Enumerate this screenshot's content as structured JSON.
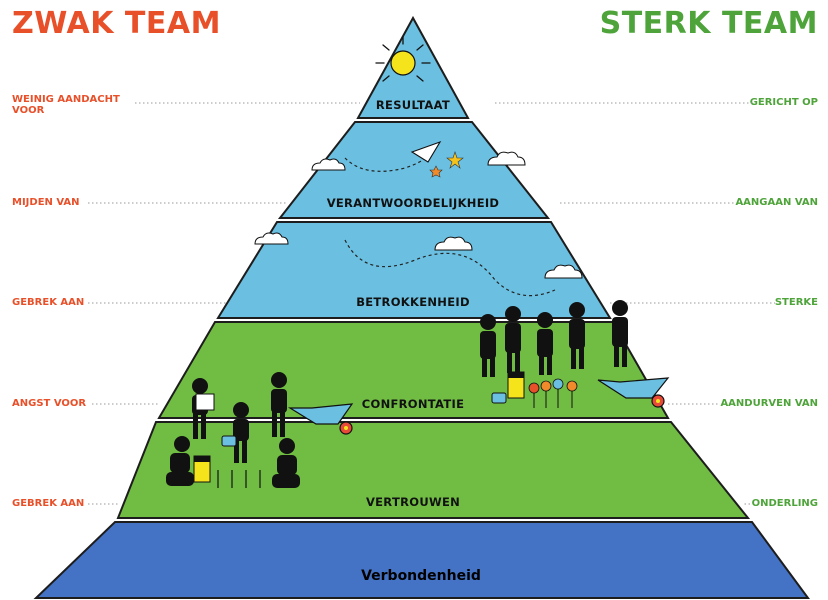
{
  "header": {
    "weak_team": "ZWAK TEAM",
    "strong_team": "STERK TEAM"
  },
  "levels": [
    {
      "name": "RESULTAAT",
      "left": "WEINIG AANDACHT\nVOOR",
      "right": "GERICHT OP"
    },
    {
      "name": "VERANTWOORDELIJKHEID",
      "left": "MIJDEN VAN",
      "right": "AANGAAN VAN"
    },
    {
      "name": "BETROKKENHEID",
      "left": "GEBREK AAN",
      "right": "STERKE"
    },
    {
      "name": "CONFRONTATIE",
      "left": "ANGST VOOR",
      "right": "AANDURVEN VAN"
    },
    {
      "name": "VERTROUWEN",
      "left": "GEBREK AAN",
      "right": "ONDERLING"
    }
  ],
  "base": {
    "name": "Verbondenheid"
  },
  "colors": {
    "weak": "#e8502a",
    "strong": "#4ea43a",
    "sky": "#6bbfe0",
    "grass": "#71bd44",
    "base": "#4472c4",
    "sun": "#f5e31c"
  }
}
